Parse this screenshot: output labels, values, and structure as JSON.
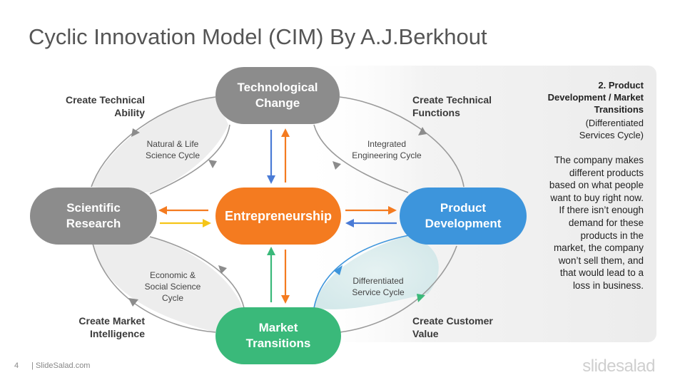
{
  "slide": {
    "title": "Cyclic Innovation Model (CIM) By A.J.Berkhout",
    "page_number": "4",
    "footer_text": "| SlideSalad.com",
    "logo": "slidesalad"
  },
  "nodes": {
    "technological_change": [
      "Technological",
      "Change"
    ],
    "scientific_research": [
      "Scientific",
      "Research"
    ],
    "entrepreneurship": "Entrepreneurship",
    "product_development": [
      "Product",
      "Development"
    ],
    "market_transitions": [
      "Market",
      "Transitions"
    ]
  },
  "outer_labels": {
    "create_technical_ability": [
      "Create Technical",
      "Ability"
    ],
    "create_technical_functions": [
      "Create Technical",
      "Functions"
    ],
    "create_market_intelligence": [
      "Create Market",
      "Intelligence"
    ],
    "create_customer_value": [
      "Create Customer",
      "Value"
    ]
  },
  "cycle_labels": {
    "natural_life": [
      "Natural & Life",
      "Science Cycle"
    ],
    "integrated_engineering": [
      "Integrated",
      "Engineering  Cycle"
    ],
    "economic_social": [
      "Economic &",
      "Social Science",
      "Cycle"
    ],
    "differentiated_service": [
      "Differentiated",
      "Service Cycle"
    ]
  },
  "side_panel": {
    "title": [
      "2. Product",
      "Development / Market",
      "Transitions"
    ],
    "subtitle": [
      "(Differentiated",
      "Services Cycle)"
    ],
    "body": [
      "The company makes",
      "different products",
      "based on what people",
      "want to buy right now.",
      "If there isn’t enough",
      "demand for these",
      "products in the",
      "market, the company",
      "won’t sell them, and",
      "that would lead to a",
      "loss in business."
    ]
  },
  "colors": {
    "gray_node": "#8c8c8c",
    "orange": "#f47b20",
    "blue": "#3d95dc",
    "green": "#3ab97a",
    "yellow": "#f5c518",
    "arrow_blue": "#4a7bd6"
  }
}
